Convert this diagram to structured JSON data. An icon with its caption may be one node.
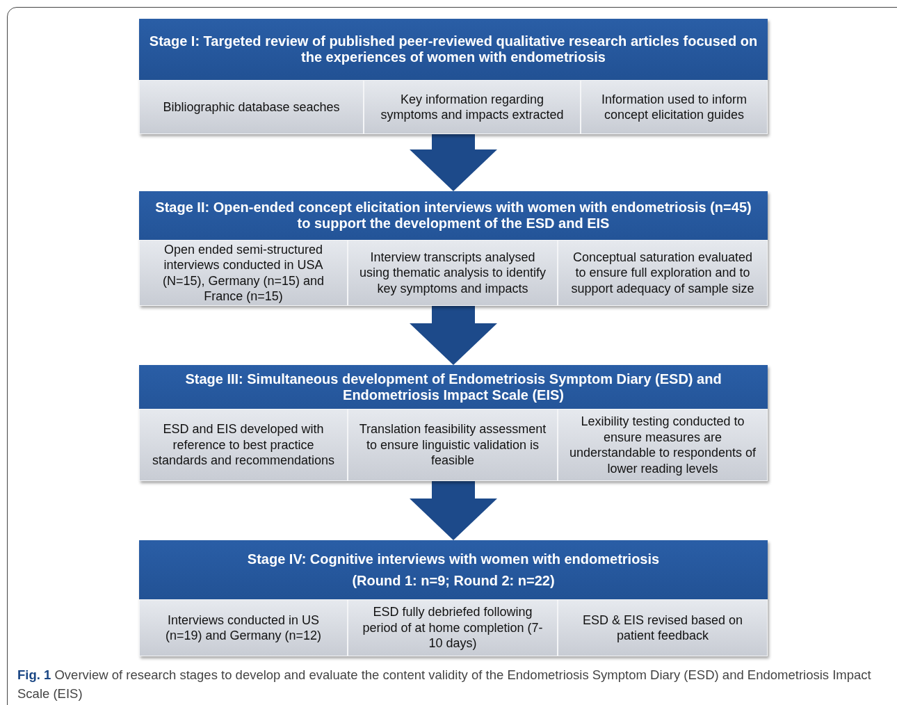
{
  "diagram": {
    "caption": "**Fig. 1** Overview of research stages to develop and evaluate the content validity of the Endometriosis Symptom Diary (ESD) and Endometriosis Impact Scale (EIS)",
    "nodes": [
      {
        "text": [
          "Stage I: Targeted review of published peer-reviewed qualitative research articles focused on the experiences of women with endometriosis"
        ]
      },
      {
        "text": [
          "Bibliographic database seaches"
        ],
        "in": 0
      },
      {
        "text": [
          "Key information regarding symptoms and impacts extracted"
        ],
        "in": 0
      },
      {
        "text": [
          "Information used to inform concept elicitation guides"
        ],
        "in": 0
      },
      {
        "text": [
          "Stage II: Open-ended concept elicitation interviews with women with endometriosis (n=45) to support the development of the ESD and EIS"
        ]
      },
      {
        "text": [
          "Open ended semi-structured interviews conducted in USA (N=15), Germany (n=15) and France (n=15)"
        ],
        "in": 4
      },
      {
        "text": [
          "Interview transcripts analysed using thematic analysis to identify key symptoms and impacts"
        ],
        "in": 4
      },
      {
        "text": [
          "Conceptual saturation evaluated to ensure full exploration and to support adequacy of sample size"
        ],
        "in": 4
      },
      {
        "text": [
          "Stage III: Simultaneous development of Endometriosis Symptom Diary (ESD) and Endometriosis Impact Scale (EIS)"
        ]
      },
      {
        "text": [
          "ESD and EIS developed with reference to best practice standards and recommendations"
        ],
        "in": 8
      },
      {
        "text": [
          "Translation feasibility assessment to ensure linguistic validation is feasible"
        ],
        "in": 8
      },
      {
        "text": [
          "Lexibility testing conducted to ensure measures are understandable to respondents of lower reading levels"
        ],
        "in": 8
      },
      {
        "text": [
          "Stage IV: Cognitive interviews with women with endometriosis",
          "(Round 1: n=9; Round 2: n=22)"
        ]
      },
      {
        "text": [
          "Interviews conducted in US (n=19) and Germany (n=12)"
        ],
        "in": 12
      },
      {
        "text": [
          "ESD fully debriefed following period of at home completion (7-10 days)"
        ],
        "in": 12
      },
      {
        "text": [
          "ESD & EIS revised based on patient feedback"
        ],
        "in": 12
      }
    ],
    "edges": [
      {
        "from": 0,
        "to": 4,
        "arrow": "to"
      },
      {
        "from": 4,
        "to": 8,
        "arrow": "to"
      },
      {
        "from": 8,
        "to": 12,
        "arrow": "to"
      }
    ]
  }
}
